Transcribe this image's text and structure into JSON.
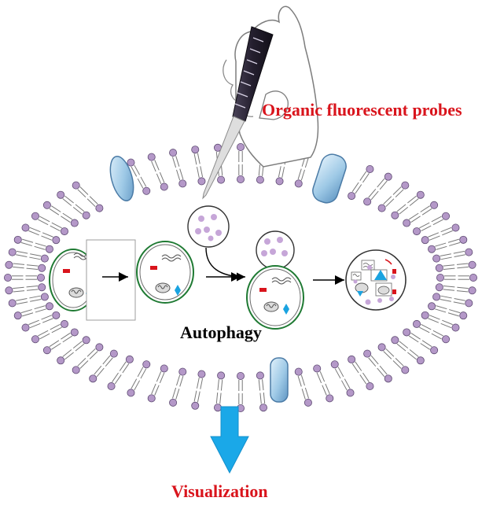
{
  "labels": {
    "probes": "Organic fluorescent probes",
    "autophagy": "Autophagy",
    "visualization": "Visualization"
  },
  "colors": {
    "highlight_text": "#d9141c",
    "body_text": "#000000",
    "lipid_head": "#b498c8",
    "membrane_protein": "#9ec9e6",
    "organelle_rim": "#2f8a3e",
    "red_marker": "#d9141c",
    "cyan_marker": "#1aa3e0",
    "arrow_blue": "#1aa8e8",
    "vesicle_dot": "#c6a6d8",
    "glove": "#ffffff",
    "pen_body": "#2a2536"
  },
  "icons": {
    "probe": "hand-holding-fluorescent-pen-icon",
    "membrane": "lipid-bilayer-icon",
    "cargo_mitochondrion": "mitochondrion-icon",
    "cargo_er": "endoplasmic-reticulum-icon",
    "cargo_diamond": "cyan-diamond-icon",
    "cargo_dash": "red-bar-icon"
  }
}
